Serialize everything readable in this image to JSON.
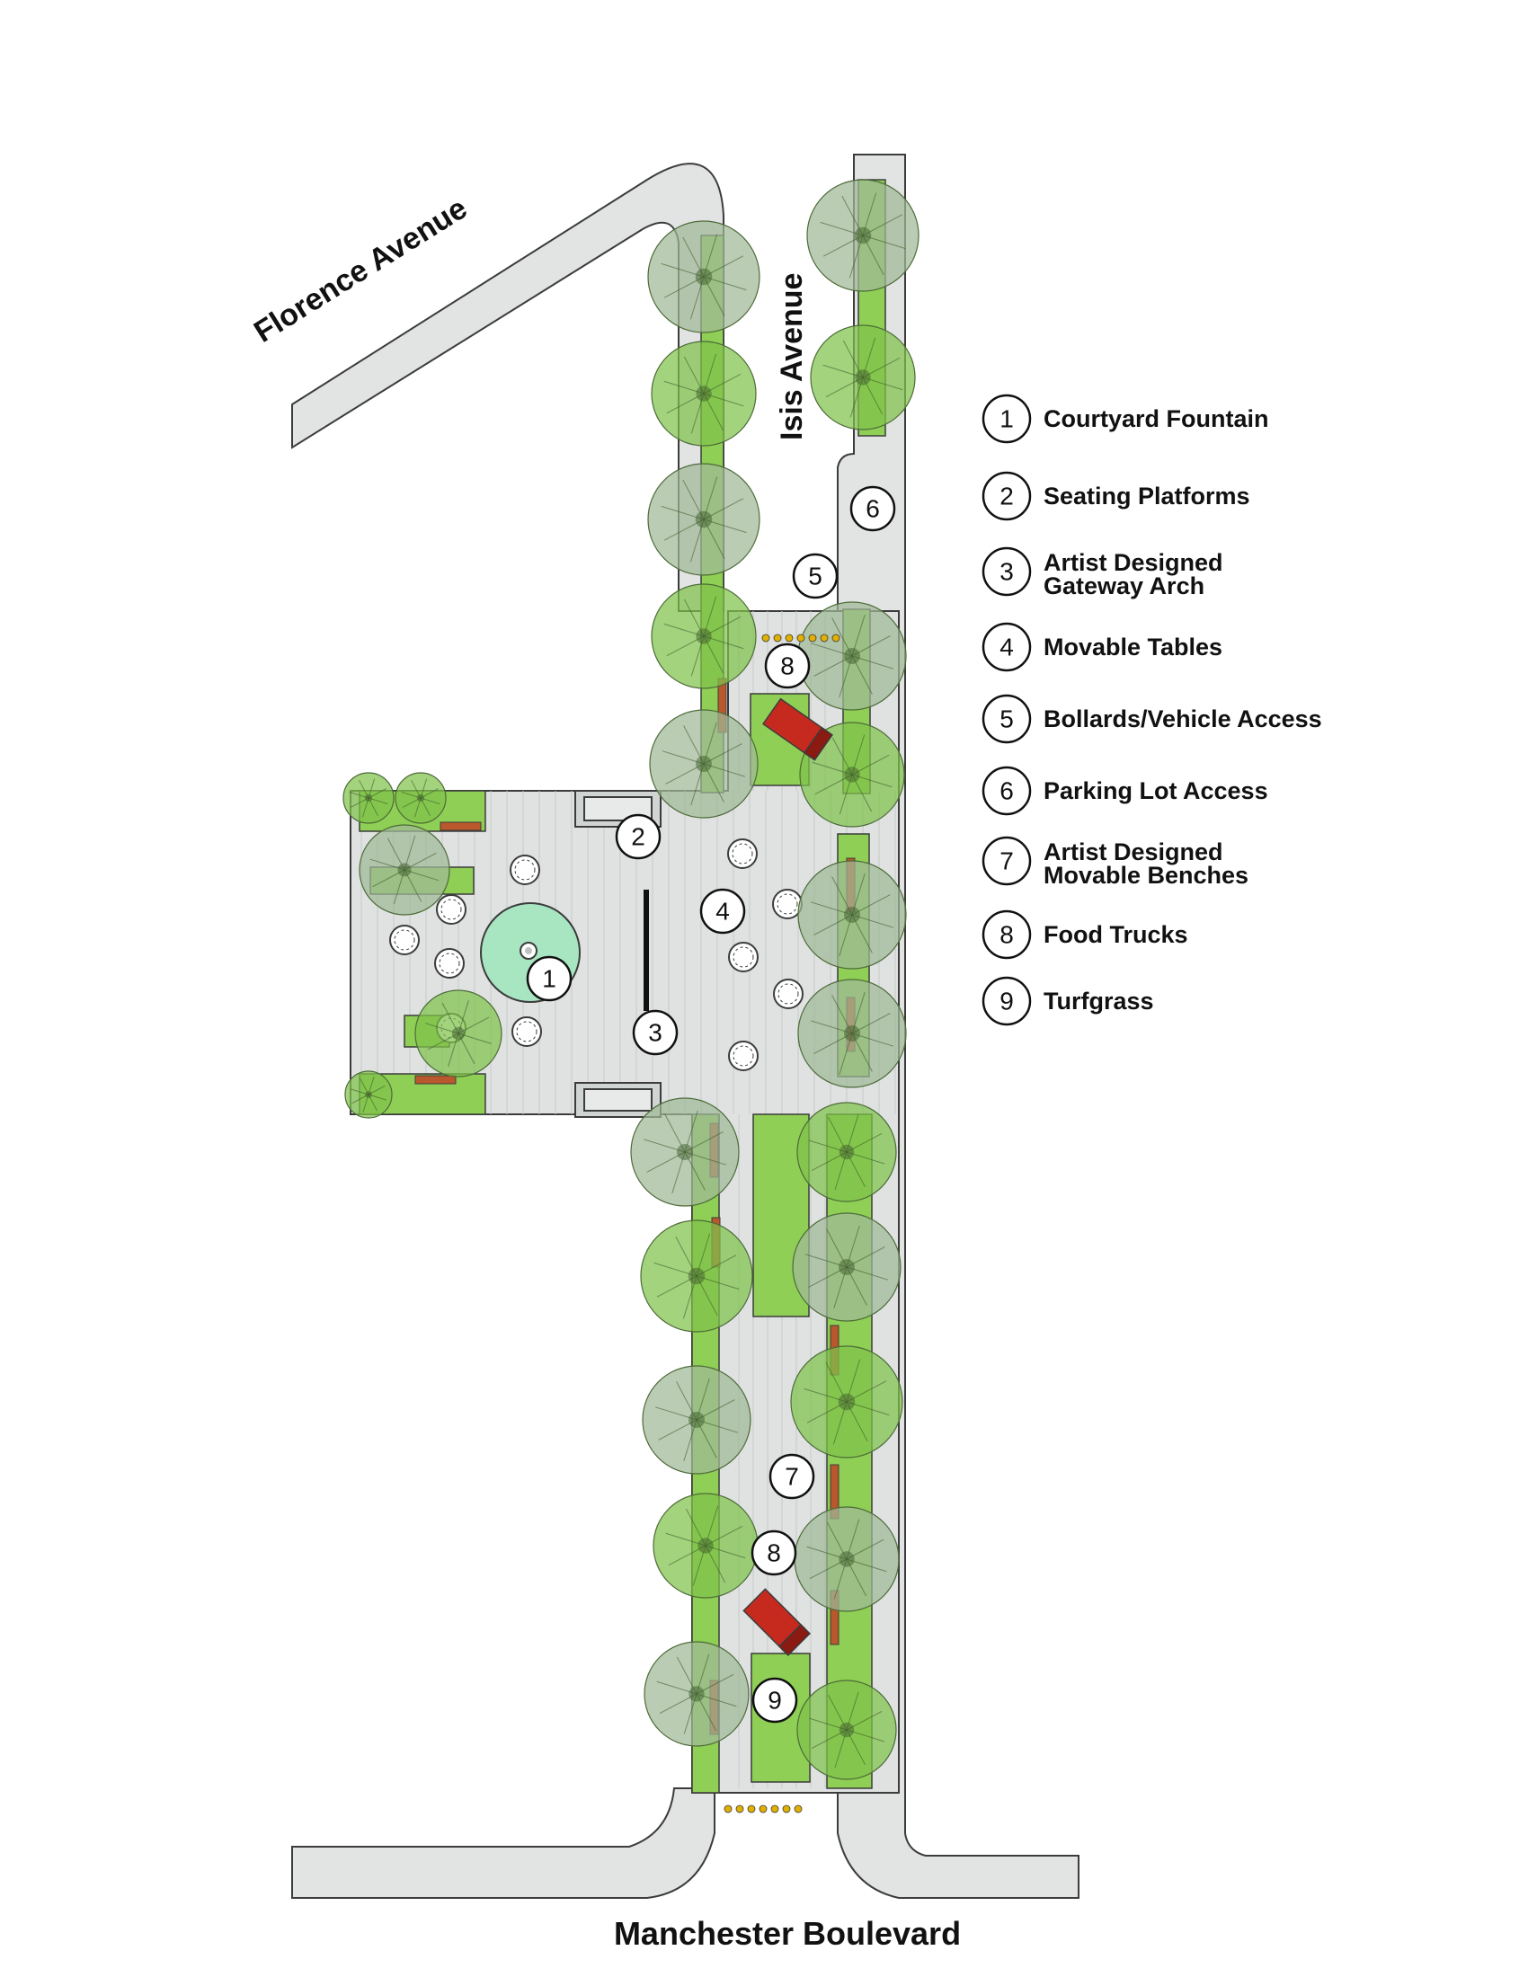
{
  "streets": {
    "florence": "Florence Avenue",
    "isis": "Isis Avenue",
    "manchester": "Manchester Boulevard"
  },
  "colors": {
    "road": "#e2e4e3",
    "road_edge": "#3c3c3c",
    "paving": "#dfe2e1",
    "plaza_line": "#bfc4c2",
    "turf": "#8fcf55",
    "turf_dark": "#6fae3a",
    "tree_canopy": "#7fc24b",
    "tree_canopy_old": "#9fb897",
    "fountain": "#a8e6c2",
    "food_truck": "#c62a1f",
    "bench": "#b8582c",
    "bollard": "#e2b000"
  },
  "legend": [
    {
      "num": "1",
      "lines": [
        "Courtyard Fountain"
      ]
    },
    {
      "num": "2",
      "lines": [
        "Seating Platforms"
      ]
    },
    {
      "num": "3",
      "lines": [
        "Artist Designed",
        "Gateway Arch"
      ]
    },
    {
      "num": "4",
      "lines": [
        "Movable Tables"
      ]
    },
    {
      "num": "5",
      "lines": [
        "Bollards/Vehicle Access"
      ]
    },
    {
      "num": "6",
      "lines": [
        "Parking Lot Access"
      ]
    },
    {
      "num": "7",
      "lines": [
        "Artist Designed",
        "Movable Benches"
      ]
    },
    {
      "num": "8",
      "lines": [
        "Food Trucks"
      ]
    },
    {
      "num": "9",
      "lines": [
        "Turfgrass"
      ]
    }
  ],
  "markers": {
    "courtyard_fountain": "1",
    "seating_platforms": "2",
    "gateway_arch": "3",
    "movable_tables": "4",
    "bollards": "5",
    "parking_access": "6",
    "movable_benches": "7",
    "food_truck_north": "8",
    "food_truck_south": "8",
    "turfgrass": "9"
  }
}
